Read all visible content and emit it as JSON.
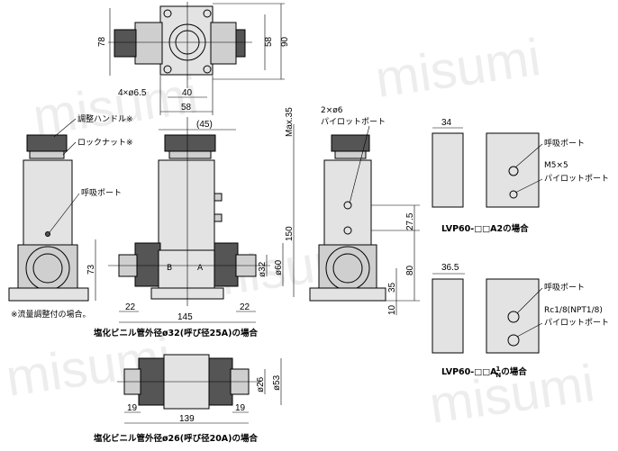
{
  "watermark": "misumi",
  "dims": {
    "top_78": "78",
    "top_58": "58",
    "top_90": "90",
    "top_holes": "4×ø6.5",
    "top_40": "40",
    "top_58b": "58",
    "paren_45": "(45)",
    "max35": "Max.35",
    "h150": "150",
    "h73": "73",
    "w22a": "22",
    "w145": "145",
    "w22b": "22",
    "d32": "ø32",
    "d60": "ø60",
    "port_2x6": "2×ø6",
    "d27_5": "27.5",
    "d80": "80",
    "d35": "35",
    "d10": "10",
    "d34": "34",
    "d36_5": "36.5",
    "d26": "ø26",
    "d53": "ø53",
    "w19a": "19",
    "w139": "139",
    "w19b": "19"
  },
  "labels": {
    "adjust_handle": "調整ハンドル※",
    "lock_nut": "ロックナット※",
    "breath_port": "呼吸ポート",
    "pilot_port": "パイロットポート",
    "note": "※流量調整付の場合。",
    "breath_port_a2": "呼吸ポート",
    "m5": "M5×5",
    "pilot_port_a2": "パイロットポート",
    "breath_port_an": "呼吸ポート",
    "rc": "Rc1/8(NPT1/8)",
    "pilot_port_an": "パイロットポート",
    "port_B": "B",
    "port_A": "A"
  },
  "captions": {
    "main": "塩化ビニル管外径ø32(呼び径25A)の場合",
    "small": "塩化ビニル管外径ø26(呼び径20A)の場合",
    "a2": "LVP60-□□A2の場合",
    "an_prefix": "LVP60-□□A",
    "an_sup": "1",
    "an_sub": "N",
    "an_suffix": "の場合"
  }
}
